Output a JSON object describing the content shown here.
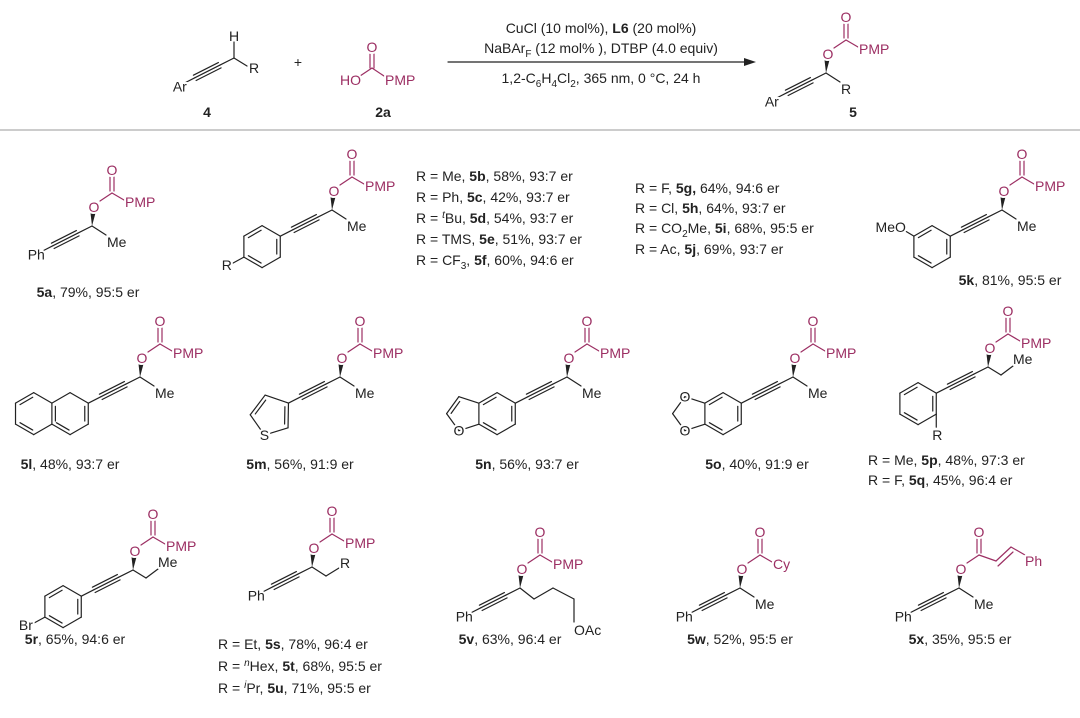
{
  "colors": {
    "accent": "#9c2f63",
    "bond": "#222222",
    "divider": "#9a9a9a"
  },
  "scheme": {
    "reactant1": {
      "label": "4",
      "atoms": {
        "H": "H",
        "R": "R",
        "Ar": "Ar"
      }
    },
    "plus": "+",
    "reactant2": {
      "label": "2a",
      "atoms": {
        "O": "O",
        "HO": "HO",
        "PMP": "PMP"
      }
    },
    "conditions": [
      [
        {
          "t": "CuCl (10 mol%), "
        },
        {
          "t": "L6",
          "b": true
        },
        {
          "t": " (20 mol%)"
        }
      ],
      [
        {
          "t": "NaBAr"
        },
        {
          "t": "F",
          "sub": true
        },
        {
          "t": " (12 mol% ), DTBP (4.0 equiv)"
        }
      ],
      [
        {
          "t": "1,2-C"
        },
        {
          "t": "6",
          "sub": true
        },
        {
          "t": "H"
        },
        {
          "t": "4",
          "sub": true
        },
        {
          "t": "Cl"
        },
        {
          "t": "2",
          "sub": true
        },
        {
          "t": ", 365 nm, 0 °C, 24 h"
        }
      ]
    ],
    "product": {
      "label": "5",
      "atoms": {
        "o_carbonyl": "O",
        "o_ester": "O",
        "acyl": "PMP",
        "alkyl": "R",
        "term": "Ar"
      }
    }
  },
  "compounds": [
    {
      "atoms": {
        "o_carbonyl": "O",
        "o_ester": "O",
        "acyl": "PMP",
        "alkyl": "Me",
        "term": "Ph"
      },
      "lines": [
        [
          {
            "t": "5a",
            "b": true
          },
          {
            "t": ", 79%, 95:5 er"
          }
        ]
      ]
    },
    {
      "atoms": {
        "o_carbonyl": "O",
        "o_ester": "O",
        "acyl": "PMP",
        "alkyl": "Me",
        "sub": "R"
      },
      "lines": [
        [
          {
            "t": "R = Me, "
          },
          {
            "t": "5b",
            "b": true
          },
          {
            "t": ", 58%, 93:7 er"
          }
        ],
        [
          {
            "t": "R = Ph, "
          },
          {
            "t": "5c",
            "b": true
          },
          {
            "t": ", 42%, 93:7 er"
          }
        ],
        [
          {
            "t": "R = "
          },
          {
            "t": "t",
            "sup": true,
            "i": true
          },
          {
            "t": "Bu, "
          },
          {
            "t": "5d",
            "b": true
          },
          {
            "t": ", 54%, 93:7 er"
          }
        ],
        [
          {
            "t": "R = TMS, "
          },
          {
            "t": "5e",
            "b": true
          },
          {
            "t": ", 51%, 93:7 er"
          }
        ],
        [
          {
            "t": "R = CF"
          },
          {
            "t": "3",
            "sub": true
          },
          {
            "t": ", "
          },
          {
            "t": "5f",
            "b": true
          },
          {
            "t": ", 60%, 94:6 er"
          }
        ]
      ]
    },
    {
      "lines": [
        [
          {
            "t": "R = F, "
          },
          {
            "t": "5g,",
            "b": true
          },
          {
            "t": " 64%, 94:6 er"
          }
        ],
        [
          {
            "t": "R = Cl, "
          },
          {
            "t": "5h",
            "b": true
          },
          {
            "t": ", 64%, 93:7 er"
          }
        ],
        [
          {
            "t": "R = CO"
          },
          {
            "t": "2",
            "sub": true
          },
          {
            "t": "Me, "
          },
          {
            "t": "5i",
            "b": true
          },
          {
            "t": ", 68%, 95:5 er"
          }
        ],
        [
          {
            "t": "R = Ac, "
          },
          {
            "t": "5j",
            "b": true
          },
          {
            "t": ", 69%, 93:7 er"
          }
        ]
      ]
    },
    {
      "atoms": {
        "o_carbonyl": "O",
        "o_ester": "O",
        "acyl": "PMP",
        "alkyl": "Me",
        "sub": "MeO"
      },
      "lines": [
        [
          {
            "t": "5k",
            "b": true
          },
          {
            "t": ", 81%, 95:5 er"
          }
        ]
      ]
    },
    {
      "atoms": {
        "o_carbonyl": "O",
        "o_ester": "O",
        "acyl": "PMP",
        "alkyl": "Me"
      },
      "lines": [
        [
          {
            "t": "5l",
            "b": true
          },
          {
            "t": ", 48%, 93:7 er"
          }
        ]
      ]
    },
    {
      "atoms": {
        "o_carbonyl": "O",
        "o_ester": "O",
        "acyl": "PMP",
        "alkyl": "Me",
        "het": "S"
      },
      "lines": [
        [
          {
            "t": "5m",
            "b": true
          },
          {
            "t": ", 56%, 91:9 er"
          }
        ]
      ]
    },
    {
      "atoms": {
        "o_carbonyl": "O",
        "o_ester": "O",
        "acyl": "PMP",
        "alkyl": "Me",
        "het": "O"
      },
      "lines": [
        [
          {
            "t": "5n",
            "b": true
          },
          {
            "t": ", 56%, 93:7 er"
          }
        ]
      ]
    },
    {
      "atoms": {
        "o_carbonyl": "O",
        "o_ester": "O",
        "acyl": "PMP",
        "alkyl": "Me",
        "het": "O"
      },
      "lines": [
        [
          {
            "t": "5o",
            "b": true
          },
          {
            "t": ", 40%, 91:9 er"
          }
        ]
      ]
    },
    {
      "atoms": {
        "o_carbonyl": "O",
        "o_ester": "O",
        "acyl": "PMP",
        "alkyl": "Me",
        "sub": "R"
      },
      "lines": [
        [
          {
            "t": "R = Me, "
          },
          {
            "t": "5p",
            "b": true
          },
          {
            "t": ", 48%, 97:3 er"
          }
        ],
        [
          {
            "t": "R = F, "
          },
          {
            "t": "5q",
            "b": true
          },
          {
            "t": ", 45%, 96:4 er"
          }
        ]
      ]
    },
    {
      "atoms": {
        "o_carbonyl": "O",
        "o_ester": "O",
        "acyl": "PMP",
        "alkyl": "Me",
        "sub": "Br"
      },
      "lines": [
        [
          {
            "t": "5r",
            "b": true
          },
          {
            "t": ", 65%, 94:6 er"
          }
        ]
      ]
    },
    {
      "atoms": {
        "o_carbonyl": "O",
        "o_ester": "O",
        "acyl": "PMP",
        "alkyl": "R",
        "term": "Ph"
      },
      "lines": [
        [
          {
            "t": "R = Et, "
          },
          {
            "t": "5s",
            "b": true
          },
          {
            "t": ", 78%, 96:4 er"
          }
        ],
        [
          {
            "t": "R = "
          },
          {
            "t": "n",
            "sup": true,
            "i": true
          },
          {
            "t": "Hex, "
          },
          {
            "t": "5t",
            "b": true
          },
          {
            "t": ", 68%, 95:5 er"
          }
        ],
        [
          {
            "t": "R = "
          },
          {
            "t": "i",
            "sup": true,
            "i": true
          },
          {
            "t": "Pr, "
          },
          {
            "t": "5u",
            "b": true
          },
          {
            "t": ", 71%, 95:5 er"
          }
        ]
      ]
    },
    {
      "atoms": {
        "o_carbonyl": "O",
        "o_ester": "O",
        "acyl": "PMP",
        "alkyl": "OAc",
        "term": "Ph"
      },
      "lines": [
        [
          {
            "t": "5v",
            "b": true
          },
          {
            "t": ", 63%, 96:4 er"
          }
        ]
      ]
    },
    {
      "atoms": {
        "o_carbonyl": "O",
        "o_ester": "O",
        "acyl": "Cy",
        "alkyl": "Me",
        "term": "Ph"
      },
      "lines": [
        [
          {
            "t": "5w",
            "b": true
          },
          {
            "t": ", 52%, 95:5 er"
          }
        ]
      ]
    },
    {
      "atoms": {
        "o_carbonyl": "O",
        "o_ester": "O",
        "acyl": "Ph",
        "alkyl": "Me",
        "term": "Ph"
      },
      "lines": [
        [
          {
            "t": "5x",
            "b": true
          },
          {
            "t": ", 35%, 95:5 er"
          }
        ]
      ]
    }
  ]
}
